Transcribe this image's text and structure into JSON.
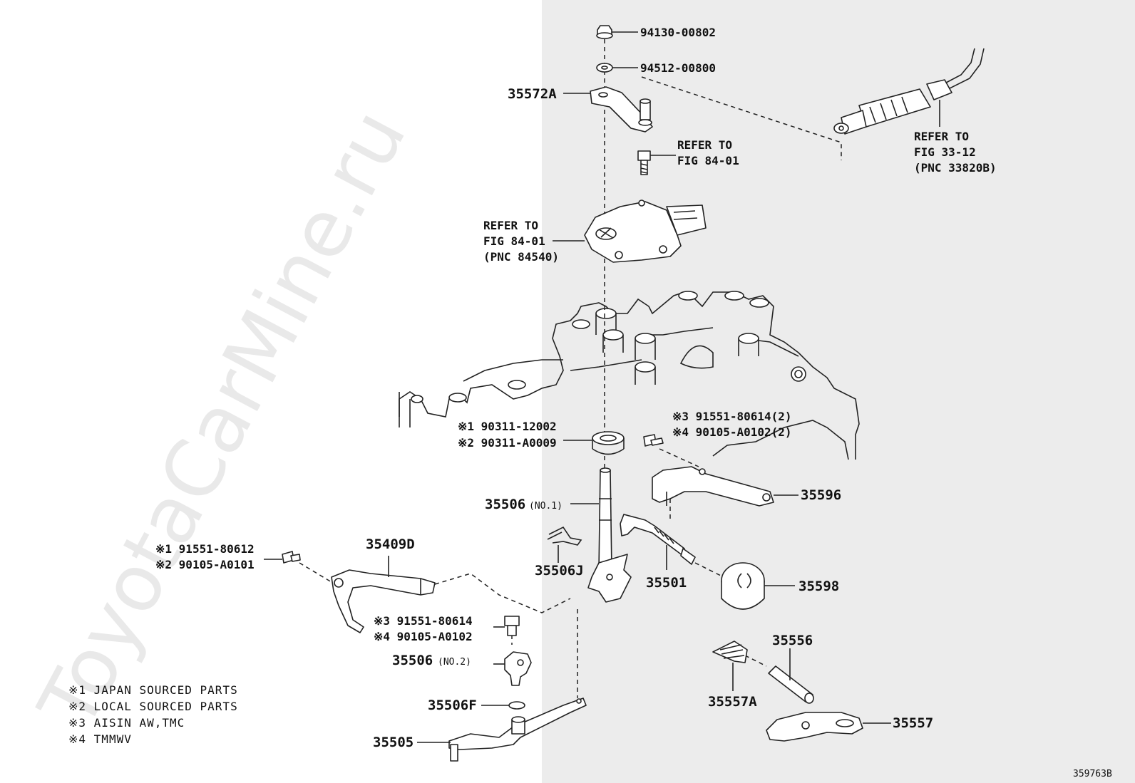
{
  "watermark": "ToyotaCarMine.ru",
  "figure_number": "359763B",
  "colors": {
    "background": "#ffffff",
    "shaded_panel": "#ececec",
    "ink": "#222222",
    "watermark": "#d8d8d8"
  },
  "labels": {
    "p94130": "94130-00802",
    "p94512": "94512-00800",
    "p35572A": "35572A",
    "refer_8401_a_1": "REFER TO",
    "refer_8401_a_2": "FIG 84-01",
    "refer_3312_1": "REFER TO",
    "refer_3312_2": "FIG 33-12",
    "refer_3312_3": "(PNC 33820B)",
    "refer_84540_1": "REFER TO",
    "refer_84540_2": "FIG 84-01",
    "refer_84540_3": "(PNC 84540)",
    "seal_1": "※1 90311-12002",
    "seal_2": "※2 90311-A0009",
    "bolt_r_1": "※3 91551-80614(2)",
    "bolt_r_2": "※4 90105-A0102(2)",
    "p35596": "35596",
    "p35506_no1": "35506",
    "p35506_no1_sub": "(NO.1)",
    "p35506J": "35506J",
    "p35501": "35501",
    "p35598": "35598",
    "bolt_l_1": "※1 91551-80612",
    "bolt_l_2": "※2 90105-A0101",
    "p35409D": "35409D",
    "bolt_c_1": "※3 91551-80614",
    "bolt_c_2": "※4 90105-A0102",
    "p35506_no2": "35506",
    "p35506_no2_sub": "(NO.2)",
    "p35506F": "35506F",
    "p35505": "35505",
    "p35556": "35556",
    "p35557A": "35557A",
    "p35557": "35557"
  },
  "legend": [
    "※1 JAPAN SOURCED PARTS",
    "※2 LOCAL SOURCED PARTS",
    "※3 AISIN AW,TMC",
    "※4 TMMWV"
  ]
}
